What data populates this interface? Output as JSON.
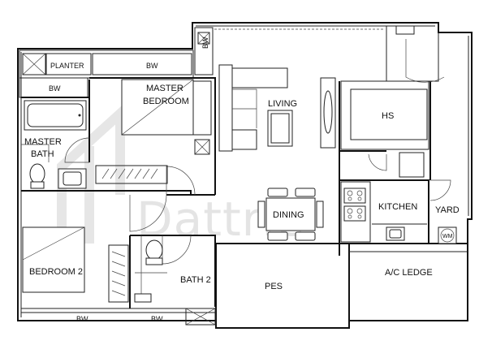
{
  "rooms": {
    "planter": "PLANTER",
    "bw_planter": "BW",
    "bw_top_vertical": "BW",
    "bw_master_bath": "BW",
    "master_bedroom_line1": "MASTER",
    "master_bedroom_line2": "BEDROOM",
    "living": "LIVING",
    "hs": "HS",
    "master_bath_line1": "MASTER",
    "master_bath_line2": "BATH",
    "dining": "DINING",
    "kitchen": "KITCHEN",
    "yard": "YARD",
    "wm": "WM",
    "bedroom2": "BEDROOM 2",
    "bath2": "BATH 2",
    "pes": "PES",
    "ac_ledge": "A/C LEDGE",
    "bw_bottom_left": "BW",
    "bw_bottom_mid": "BW"
  },
  "watermark": "Dattrie",
  "colors": {
    "line": "#111111",
    "background": "#ffffff",
    "watermark": "#e4e4e4"
  }
}
